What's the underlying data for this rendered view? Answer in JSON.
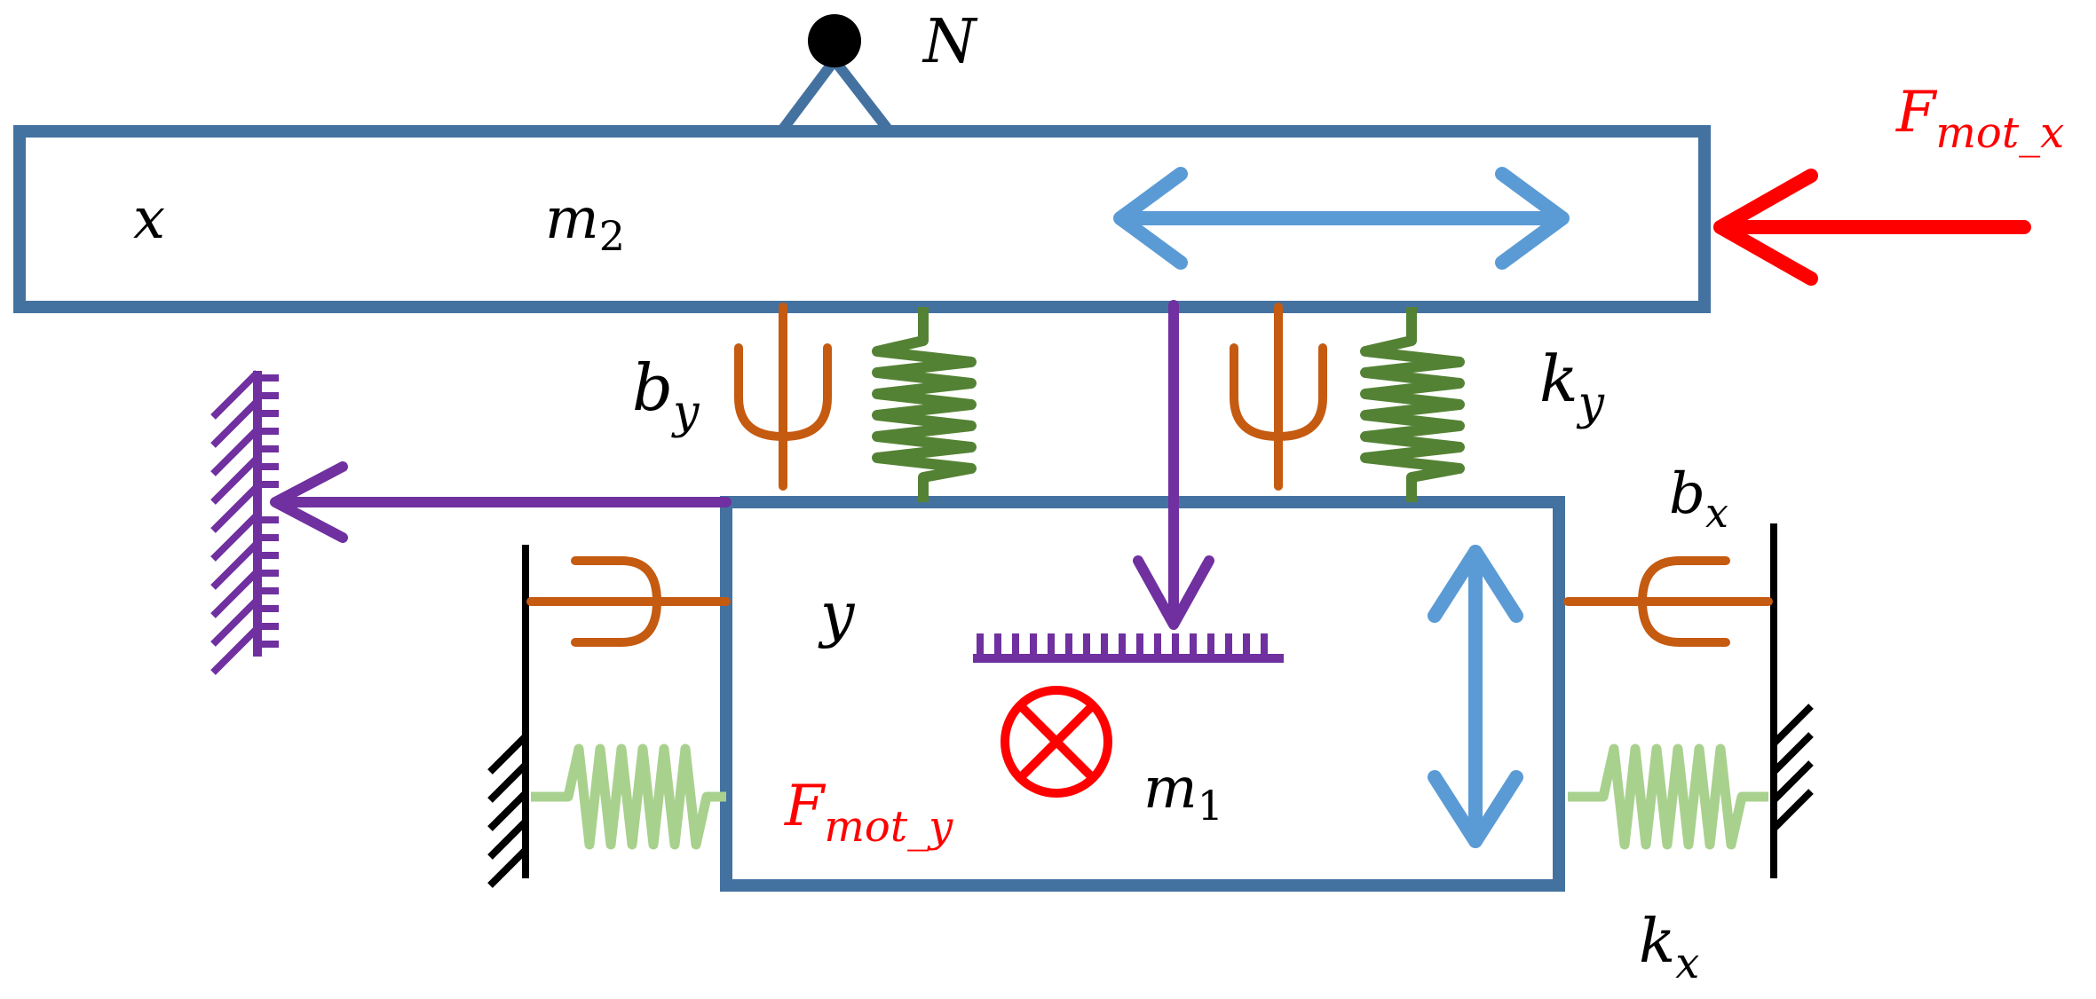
{
  "labels": {
    "N": "N",
    "x": "x",
    "m2": "m",
    "m2_sub": "2",
    "by": "b",
    "by_sub": "y",
    "ky": "k",
    "ky_sub": "y",
    "bx": "b",
    "bx_sub": "x",
    "kx": "k",
    "kx_sub": "x",
    "y": "y",
    "m1": "m",
    "m1_sub": "1",
    "fmoty": "F",
    "fmoty_sub": "mot_y",
    "fmotx": "F",
    "fmotx_sub": "mot_x"
  },
  "colors": {
    "frame": "#4472a0",
    "damper": "#c55a11",
    "spring_dark": "#548235",
    "spring_light": "#a9d18e",
    "purple": "#7030a0",
    "motion_arrow": "#5b9bd5",
    "force": "#ff0000",
    "wall": "#000000"
  }
}
